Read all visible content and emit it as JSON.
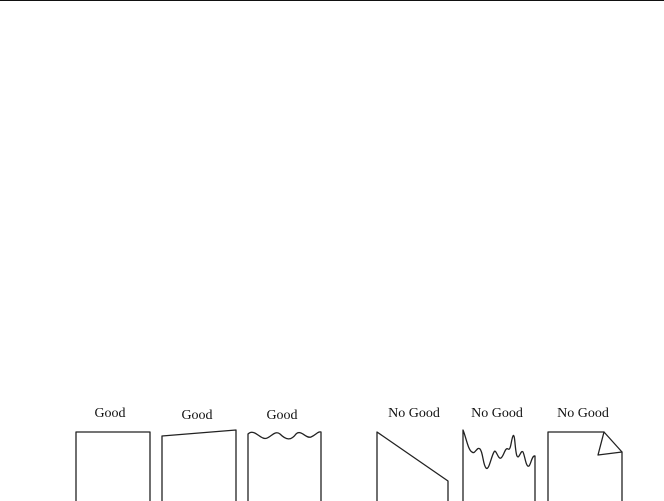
{
  "panels": [
    {
      "label": "Good",
      "edge": "straight cut"
    },
    {
      "label": "Good",
      "edge": "slightly angled cut"
    },
    {
      "label": "Good",
      "edge": "wavy cut"
    },
    {
      "label": "No Good",
      "edge": "steep diagonal cut"
    },
    {
      "label": "No Good",
      "edge": "torn jagged cut"
    },
    {
      "label": "No Good",
      "edge": "folded corner"
    }
  ]
}
